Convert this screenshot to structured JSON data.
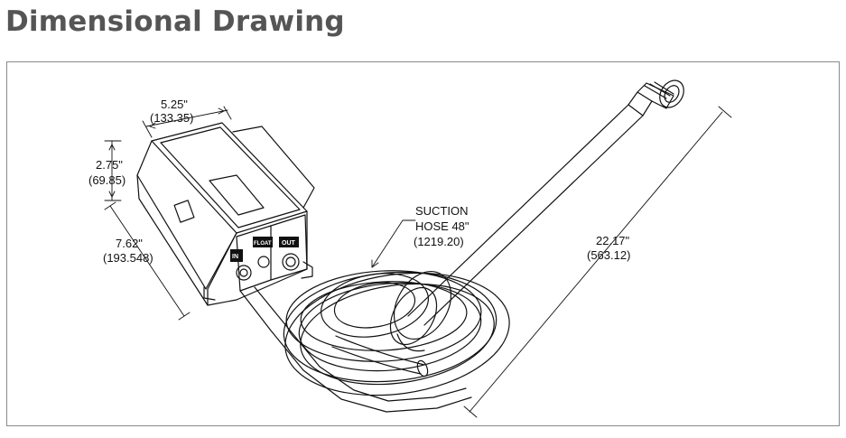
{
  "header": {
    "title": "Dimensional Drawing"
  },
  "drawing": {
    "top_width": {
      "in": "5.25\"",
      "mm": "(133.35)"
    },
    "height": {
      "in": "2.75\"",
      "mm": "(69.85)"
    },
    "depth": {
      "in": "7.62\"",
      "mm": "(193.548)"
    },
    "suction_hose": {
      "line1": "SUCTION",
      "line2": "HOSE 48\"",
      "mm": "(1219.20)"
    },
    "wand_length": {
      "in": "22.17\"",
      "mm": "(563.12)"
    },
    "port_labels": {
      "in": "IN",
      "float": "FLOAT",
      "out": "OUT"
    }
  }
}
